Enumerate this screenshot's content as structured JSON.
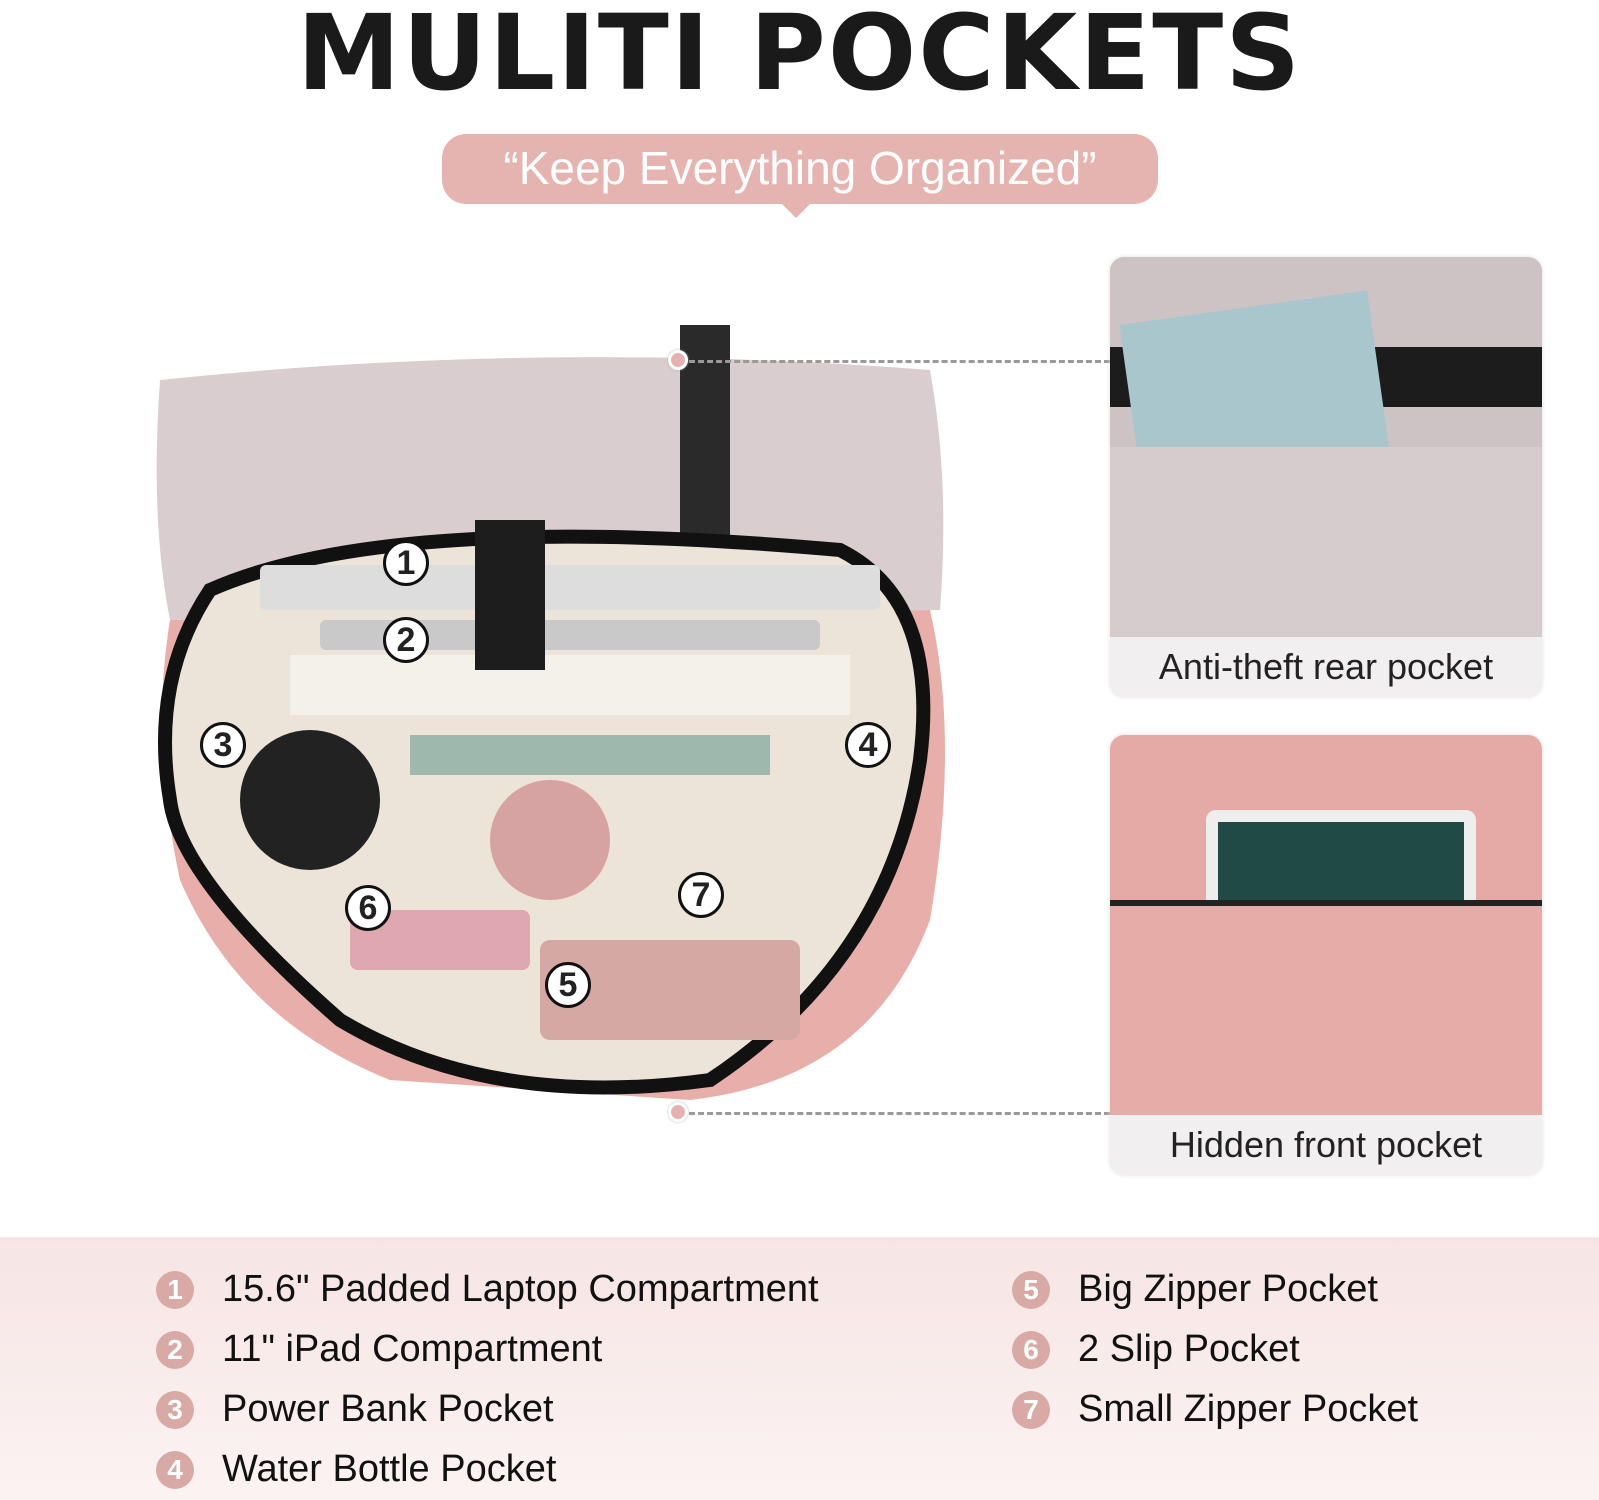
{
  "title": "MULITI POCKETS",
  "subtitle": "“Keep Everything Organized”",
  "cards": [
    {
      "caption": "Anti-theft rear pocket"
    },
    {
      "caption": "Hidden front pocket"
    }
  ],
  "markers": [
    "1",
    "2",
    "3",
    "4",
    "5",
    "6",
    "7"
  ],
  "legend": [
    {
      "num": "1",
      "label": "15.6\" Padded Laptop Compartment"
    },
    {
      "num": "2",
      "label": "11\" iPad Compartment"
    },
    {
      "num": "3",
      "label": "Power Bank Pocket"
    },
    {
      "num": "4",
      "label": "Water Bottle Pocket"
    },
    {
      "num": "5",
      "label": "Big Zipper Pocket"
    },
    {
      "num": "6",
      "label": "2 Slip Pocket"
    },
    {
      "num": "7",
      "label": "Small Zipper Pocket"
    }
  ],
  "colors": {
    "accent": "#e6b4b0",
    "bag_pink": "#e8aeaa",
    "bag_lilac": "#d9cdd0",
    "lining": "#ece4d8"
  }
}
